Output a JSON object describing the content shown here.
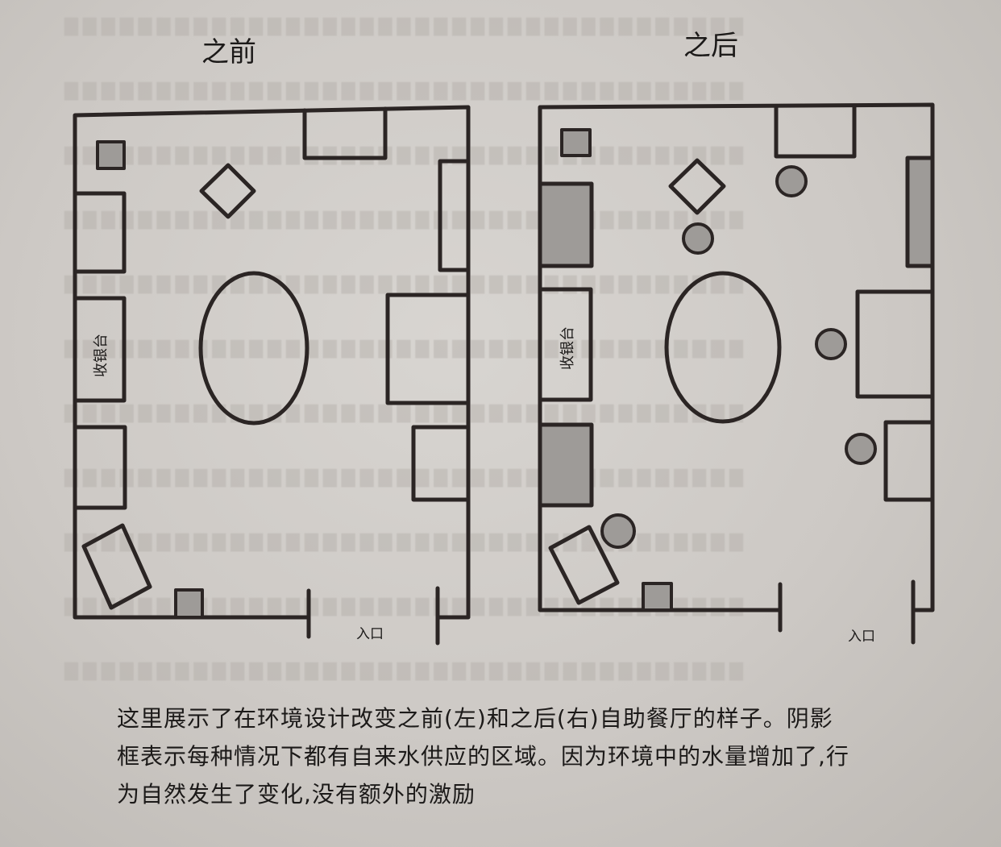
{
  "titles": {
    "before": "之前",
    "after": "之后"
  },
  "labels": {
    "cashier_before": "收银台",
    "cashier_after": "收银台",
    "entrance_before": "入口",
    "entrance_after": "入口"
  },
  "caption": {
    "line1": "这里展示了在环境设计改变之前(左)和之后(右)自助餐厅的样子。阴影",
    "line2": "框表示每种情况下都有自来水供应的区域。因为环境中的水量增加了,行",
    "line3": "为自然发生了变化,没有额外的激励"
  },
  "colors": {
    "ink": "#2b2524",
    "shade": "#9e9b98",
    "paper": "#d3d0cc"
  }
}
